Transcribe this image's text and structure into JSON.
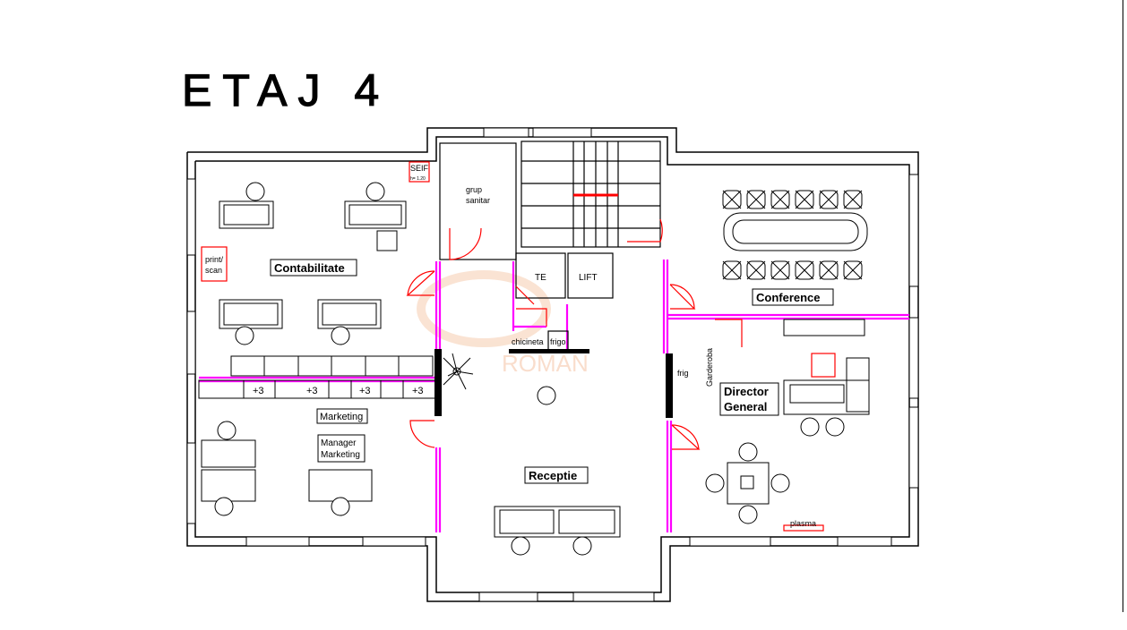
{
  "title": "ETAJ 4",
  "rooms": {
    "contabilitate": "Contabilitate",
    "marketing": "Marketing",
    "manager_marketing_1": "Manager",
    "manager_marketing_2": "Marketing",
    "receptie": "Receptie",
    "conference": "Conference",
    "director_1": "Director",
    "director_2": "General",
    "grup_sanitar_1": "grup",
    "grup_sanitar_2": "sanitar",
    "te": "TE",
    "lift": "LIFT",
    "chicineta": "chicineta",
    "frigo": "frigo",
    "frig": "frig",
    "garderoba": "Garderoba",
    "seif": "SEIF",
    "seif_h": "h= 1.20",
    "print_1": "print/",
    "print_2": "scan",
    "plasma": "plasma"
  },
  "cabinet_marks": [
    "+3",
    "+3",
    "+3",
    "+3"
  ],
  "colors": {
    "walls": "#000000",
    "partitions": "#ff00ff",
    "doors": "#ff0000",
    "watermark": "#f3c9a8"
  }
}
